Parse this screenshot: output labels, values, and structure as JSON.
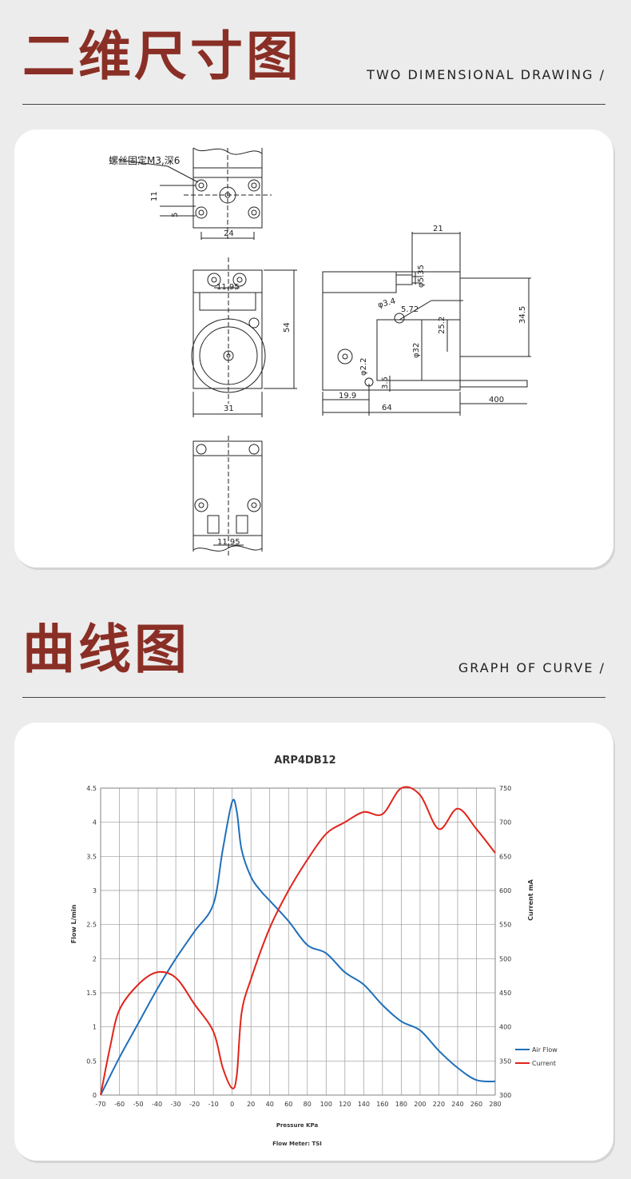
{
  "sections": {
    "drawing": {
      "title": "二维尺寸图",
      "subtitle": "TWO DIMENSIONAL DRAWING /"
    },
    "curve": {
      "title": "曲线图",
      "subtitle": "GRAPH OF CURVE /"
    }
  },
  "drawing_labels": {
    "screw_note": "螺丝固定M3,深6",
    "dim_11": "11",
    "dim_5": "5",
    "dim_24": "24",
    "dim_11_95_a": "11.95",
    "dim_54": "54",
    "dim_31": "31",
    "dim_11_95_b": "11.95",
    "dim_21": "21",
    "dim_phi5_35": "φ5.35",
    "dim_phi3_4": "φ3.4",
    "dim_5_72": "5.72",
    "dim_25_2": "25.2",
    "dim_34_5": "34.5",
    "dim_phi32": "φ32",
    "dim_phi2_2": "φ2.2",
    "dim_3_5": "3.5",
    "dim_19_9": "19.9",
    "dim_64": "64",
    "dim_400": "400"
  },
  "chart_data": {
    "type": "line",
    "title": "ARP4DB12",
    "xlabel": "Pressure KPa",
    "ylabel": "Flow  L/min",
    "y2label": "Current  mA",
    "footnote": "Flow Meter:  TSI",
    "xlim": [
      -70,
      280
    ],
    "ylim": [
      0,
      4.5
    ],
    "y2lim": [
      300,
      750
    ],
    "x_ticks": [
      -70,
      -60,
      -50,
      -40,
      -30,
      -20,
      -10,
      0,
      20,
      40,
      60,
      80,
      100,
      120,
      140,
      160,
      180,
      200,
      220,
      240,
      260,
      280
    ],
    "y_ticks": [
      "0",
      "0.5",
      "1",
      "1.5",
      "2",
      "2.5",
      "3",
      "3.5",
      "4",
      "4.5"
    ],
    "y2_ticks": [
      "300",
      "350",
      "400",
      "450",
      "500",
      "550",
      "600",
      "650",
      "700",
      "750"
    ],
    "grid": true,
    "legend_position": "lower-right",
    "series": [
      {
        "name": "Air Flow",
        "axis": "left",
        "color": "#1f6fba",
        "points": [
          [
            -70,
            0
          ],
          [
            -60,
            0.55
          ],
          [
            -50,
            1.05
          ],
          [
            -40,
            1.55
          ],
          [
            -30,
            2.0
          ],
          [
            -20,
            2.4
          ],
          [
            -10,
            2.8
          ],
          [
            -5,
            3.6
          ],
          [
            0,
            4.3
          ],
          [
            5,
            4.15
          ],
          [
            10,
            3.6
          ],
          [
            20,
            3.2
          ],
          [
            30,
            3.0
          ],
          [
            40,
            2.85
          ],
          [
            60,
            2.55
          ],
          [
            80,
            2.2
          ],
          [
            100,
            2.08
          ],
          [
            120,
            1.8
          ],
          [
            140,
            1.62
          ],
          [
            160,
            1.32
          ],
          [
            180,
            1.08
          ],
          [
            200,
            0.95
          ],
          [
            220,
            0.65
          ],
          [
            240,
            0.4
          ],
          [
            260,
            0.22
          ],
          [
            280,
            0.2
          ]
        ]
      },
      {
        "name": "Current",
        "axis": "right",
        "color": "#e0241b",
        "points": [
          [
            -70,
            300
          ],
          [
            -65,
            370
          ],
          [
            -60,
            425
          ],
          [
            -50,
            462
          ],
          [
            -40,
            480
          ],
          [
            -30,
            472
          ],
          [
            -20,
            433
          ],
          [
            -10,
            393
          ],
          [
            -5,
            340
          ],
          [
            0,
            310
          ],
          [
            5,
            330
          ],
          [
            10,
            420
          ],
          [
            20,
            470
          ],
          [
            40,
            545
          ],
          [
            60,
            600
          ],
          [
            80,
            645
          ],
          [
            100,
            683
          ],
          [
            120,
            700
          ],
          [
            140,
            715
          ],
          [
            160,
            712
          ],
          [
            180,
            750
          ],
          [
            200,
            740
          ],
          [
            220,
            690
          ],
          [
            240,
            720
          ],
          [
            260,
            690
          ],
          [
            280,
            655
          ]
        ]
      }
    ]
  }
}
